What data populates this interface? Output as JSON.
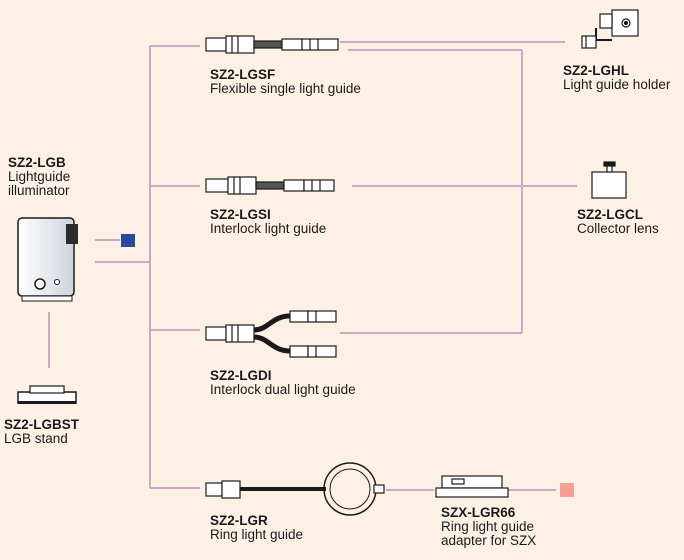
{
  "colors": {
    "background": "#fdf1e6",
    "connector": "#c9a9c4",
    "blue_marker": "#2a4aa0",
    "pink_marker": "#f4a094"
  },
  "components": {
    "illuminator": {
      "code": "SZ2-LGB",
      "desc_line1": "Lightguide",
      "desc_line2": "illuminator"
    },
    "stand": {
      "code": "SZ2-LGBST",
      "desc": "LGB stand"
    },
    "single_guide": {
      "code": "SZ2-LGSF",
      "desc": "Flexible single light guide"
    },
    "interlock_guide": {
      "code": "SZ2-LGSI",
      "desc": "Interlock light guide"
    },
    "dual_guide": {
      "code": "SZ2-LGDI",
      "desc": "Interlock dual light guide"
    },
    "ring_guide": {
      "code": "SZ2-LGR",
      "desc": "Ring light guide"
    },
    "guide_holder": {
      "code": "SZ2-LGHL",
      "desc": "Light guide holder"
    },
    "collector_lens": {
      "code": "SZ2-LGCL",
      "desc": "Collector lens"
    },
    "ring_adapter": {
      "code": "SZX-LGR66",
      "desc_line1": "Ring light guide",
      "desc_line2": "adapter for SZX"
    }
  }
}
